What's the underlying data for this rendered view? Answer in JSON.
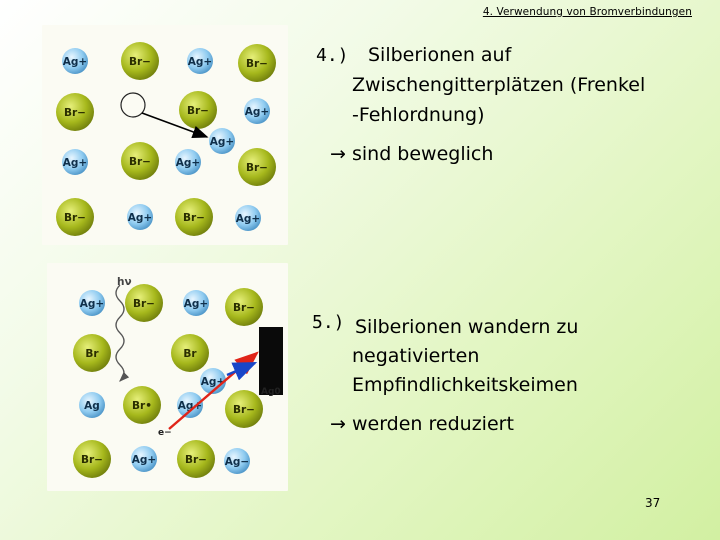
{
  "header": {
    "title": "4. Verwendung von Bromverbindungen"
  },
  "figure1": {
    "ions": [
      {
        "label": "Ag+",
        "type": "ag"
      },
      {
        "label": "Br−",
        "type": "br"
      },
      {
        "label": "Ag+",
        "type": "ag"
      },
      {
        "label": "Br−",
        "type": "br"
      },
      {
        "label": "Br−",
        "type": "br"
      },
      {
        "label": "",
        "type": "vacancy"
      },
      {
        "label": "Br−",
        "type": "br"
      },
      {
        "label": "Ag+",
        "type": "ag"
      },
      {
        "label": "Ag+",
        "type": "ag"
      },
      {
        "label": "Br−",
        "type": "br"
      },
      {
        "label": "Ag+",
        "type": "ag"
      },
      {
        "label": "Br−",
        "type": "br"
      },
      {
        "label": "Br−",
        "type": "br"
      },
      {
        "label": "Ag+",
        "type": "ag"
      },
      {
        "label": "Br−",
        "type": "br"
      },
      {
        "label": "Ag+",
        "type": "ag"
      },
      {
        "label": "Ag+",
        "type": "ag"
      }
    ]
  },
  "figure2": {
    "ions": [
      {
        "label": "Ag+",
        "type": "ag"
      },
      {
        "label": "Br−",
        "type": "br"
      },
      {
        "label": "Ag+",
        "type": "ag"
      },
      {
        "label": "Br−",
        "type": "br"
      },
      {
        "label": "Br",
        "type": "br"
      },
      {
        "label": "Br",
        "type": "br"
      },
      {
        "label": "Ag",
        "type": "ag"
      },
      {
        "label": "Br•",
        "type": "br"
      },
      {
        "label": "Ag+",
        "type": "ag"
      },
      {
        "label": "Br−",
        "type": "br"
      },
      {
        "label": "Ag+",
        "type": "ag"
      },
      {
        "label": "Br−",
        "type": "br"
      },
      {
        "label": "Ag+",
        "type": "ag"
      },
      {
        "label": "Br−",
        "type": "br"
      },
      {
        "label": "Ag−",
        "type": "ag"
      }
    ],
    "hv_label": "hν",
    "electron_label": "e−",
    "ag0_label": "Ag0"
  },
  "section4": {
    "number": "4.)",
    "line1": "Silberionen auf",
    "line2": "Zwischengitterplätzen (Frenkel",
    "line3": "-Fehlordnung)",
    "result": "sind beweglich"
  },
  "section5": {
    "number": "5.)",
    "line1": "Silberionen wandern zu",
    "line2": "negativierten",
    "line3": "Empfindlichkeitskeimen",
    "result": "werden reduziert"
  },
  "arrow_symbol": "→",
  "page_number": "37",
  "colors": {
    "br_fill": "#a6b81c",
    "ag_fill": "#8fcbf0",
    "red_arrow": "#e02418",
    "blue_arrow": "#1846c8"
  }
}
